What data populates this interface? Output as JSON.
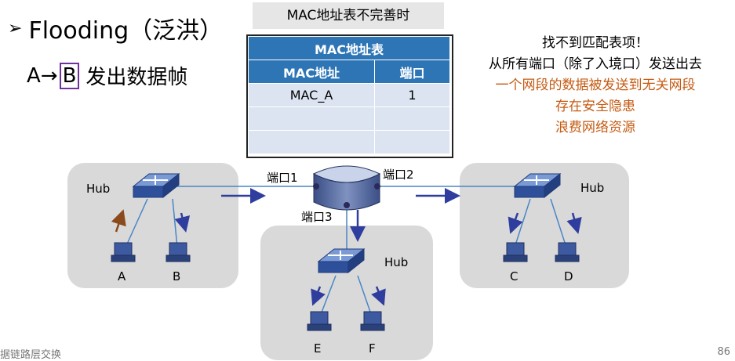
{
  "title": {
    "arrow": "➢",
    "text": "Flooding（泛洪）"
  },
  "subtitle": {
    "prefix": "A→",
    "boxed": "B",
    "suffix": "发出数据帧"
  },
  "mac_caption": "MAC地址表不完善时",
  "mac_table": {
    "title": "MAC地址表",
    "columns": [
      "MAC地址",
      "端口"
    ],
    "rows": [
      {
        "mac": "MAC_A",
        "port": "1"
      },
      {
        "mac": "",
        "port": ""
      },
      {
        "mac": "",
        "port": ""
      }
    ]
  },
  "notes": {
    "line1": "找不到匹配表项！",
    "line2": "从所有端口（除了入境口）发送出去",
    "line3": "一个网段的数据被发送到无关网段",
    "line4": "存在安全隐患",
    "line5": "浪费网络资源"
  },
  "ports": {
    "p1": "端口1",
    "p2": "端口2",
    "p3": "端口3"
  },
  "hubs": {
    "left": "Hub",
    "right": "Hub",
    "bottom": "Hub"
  },
  "hosts": {
    "a": "A",
    "b": "B",
    "c": "C",
    "d": "D",
    "e": "E",
    "f": "F"
  },
  "footer": {
    "left": "据链路层交换",
    "right": "86"
  },
  "colors": {
    "accent_blue": "#2e75b6",
    "brown": "#c55a11",
    "purple": "#7030a0",
    "arrow_blue": "#2f3e9e",
    "arrow_brown": "#8a4a1c"
  }
}
